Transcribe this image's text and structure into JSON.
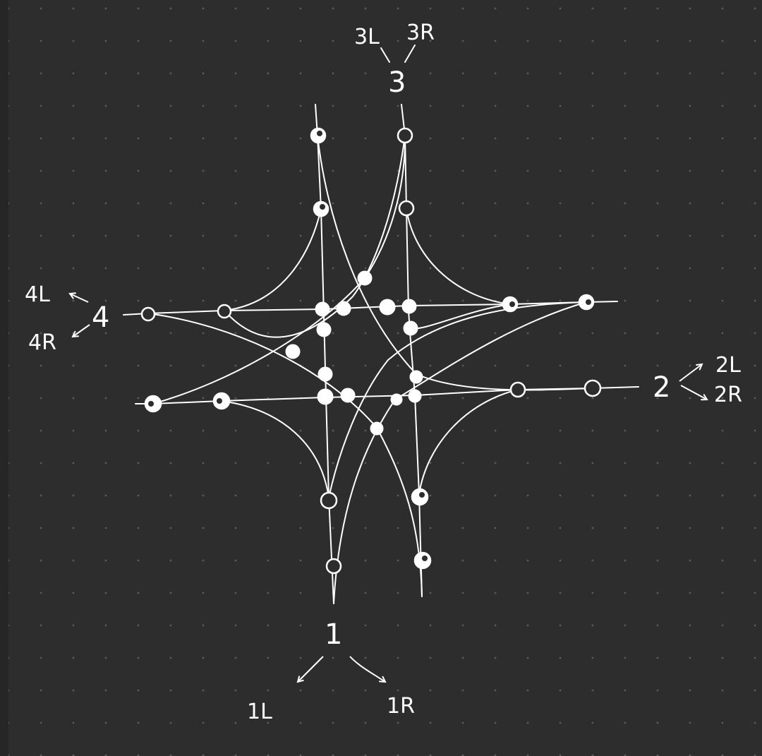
{
  "diagram": {
    "approaches": [
      {
        "id": "1",
        "label": "1",
        "left_label": "1L",
        "right_label": "1R"
      },
      {
        "id": "2",
        "label": "2",
        "left_label": "2L",
        "right_label": "2R"
      },
      {
        "id": "3",
        "label": "3",
        "left_label": "3L",
        "right_label": "3R"
      },
      {
        "id": "4",
        "label": "4",
        "left_label": "4L",
        "right_label": "4R"
      }
    ],
    "colors": {
      "background": "#2d2d2d",
      "ink": "#ffffff",
      "grid_dot": "#5a5a5a"
    }
  }
}
